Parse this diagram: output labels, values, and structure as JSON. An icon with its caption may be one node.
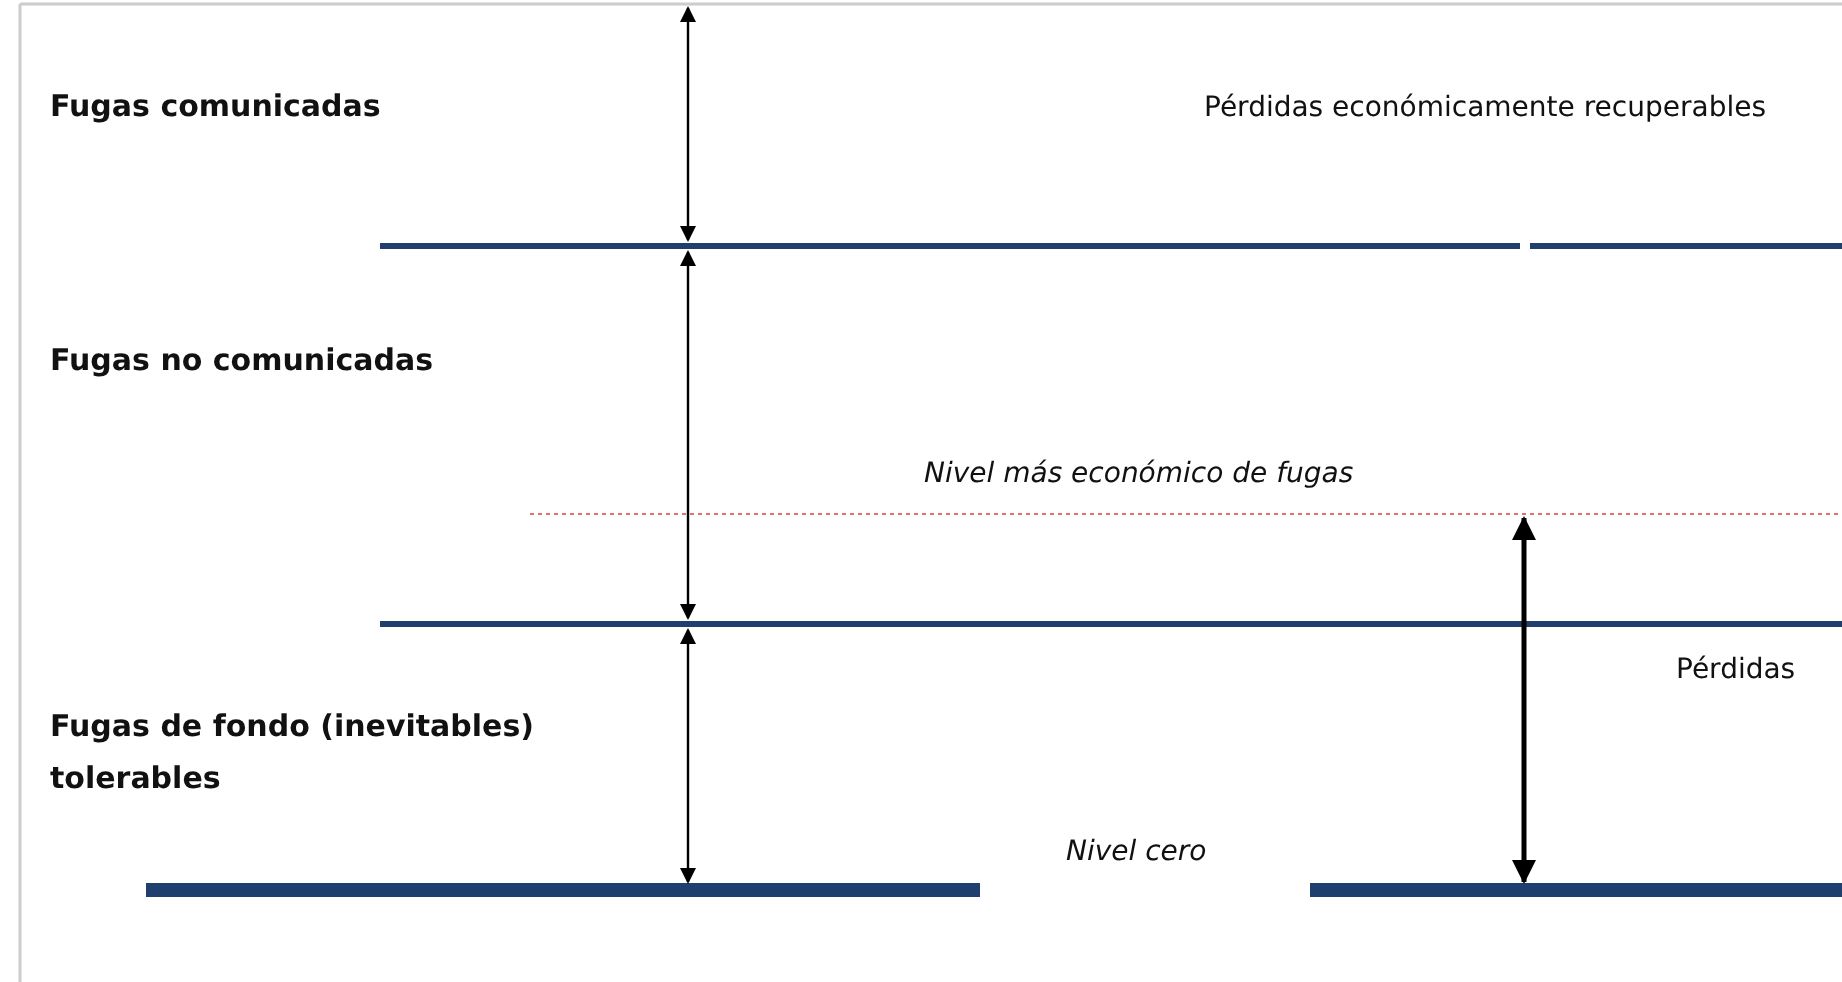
{
  "diagram": {
    "labels": [
      "Fugas comunicadas",
      "Pérdidas económicamente recuperables",
      "Fugas no comunicadas",
      "Nivel más económico de fugas",
      "Pérdidas",
      "Fugas de fondo (inevitables) tolerables",
      "Nivel cero"
    ]
  }
}
